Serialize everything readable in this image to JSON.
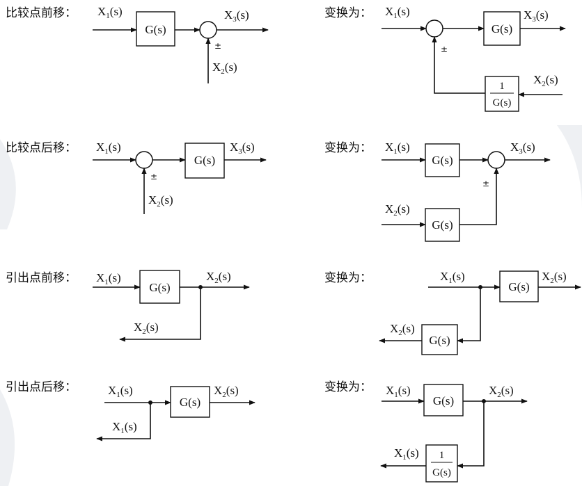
{
  "headings": {
    "h1": "比较点前移：",
    "h2": "比较点后移：",
    "h3": "引出点前移：",
    "h4": "引出点后移：",
    "transform": "变换为："
  },
  "signals": {
    "x1": {
      "base": "X",
      "sub": "1",
      "tail": "(s)"
    },
    "x2": {
      "base": "X",
      "sub": "2",
      "tail": "(s)"
    },
    "x3": {
      "base": "X",
      "sub": "3",
      "tail": "(s)"
    }
  },
  "blocks": {
    "g": "G(s)",
    "inv_num": "1",
    "inv_den": "G(s)"
  },
  "sign": "±"
}
